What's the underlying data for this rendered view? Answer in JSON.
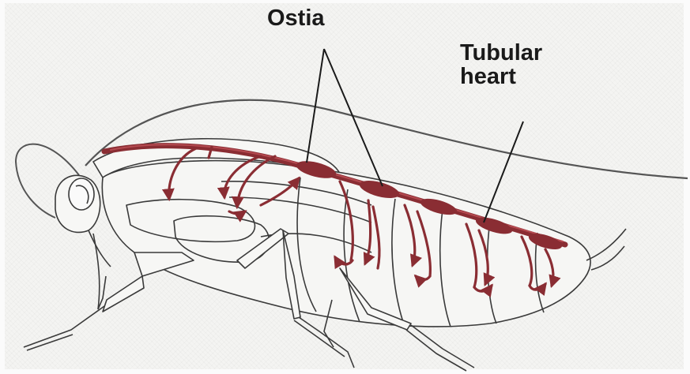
{
  "labels": {
    "ostia": "Ostia",
    "tubular_heart_line1": "Tubular",
    "tubular_heart_line2": "heart"
  },
  "colors": {
    "heart": "#8a2d33",
    "heart_highlight": "#b44a50",
    "outline": "#3a3a3a",
    "leader_line": "#1a1a1a",
    "background": "#f4f4f2"
  }
}
